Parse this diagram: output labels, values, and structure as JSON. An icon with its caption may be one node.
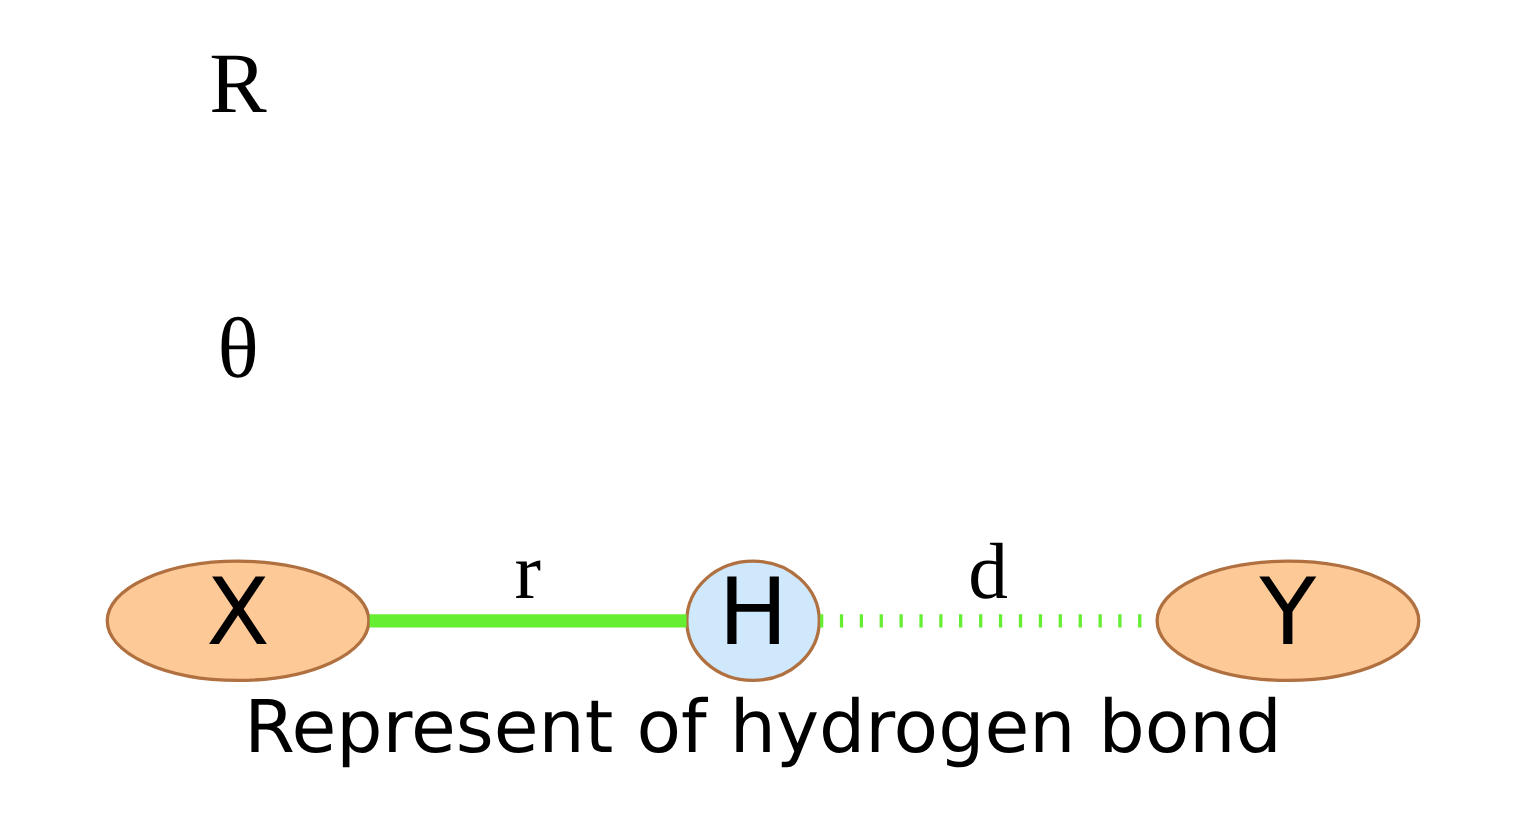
{
  "diagram": {
    "caption": "Represent of hydrogen bond",
    "nodes": [
      {
        "text": [
          "X"
        ]
      },
      {
        "text": [
          "H"
        ]
      },
      {
        "text": [
          "Y"
        ]
      }
    ],
    "edges": [
      {
        "from": 0,
        "to": 1,
        "arrow": "none",
        "label": "r"
      },
      {
        "from": 1,
        "to": 2,
        "arrow": "none",
        "label": "d",
        "style": "dashed"
      }
    ],
    "labels": [
      "θ",
      "R"
    ]
  }
}
